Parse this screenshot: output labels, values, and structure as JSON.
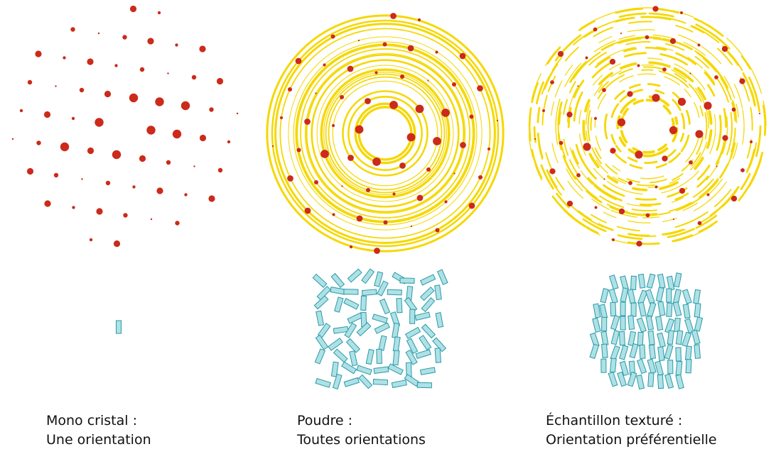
{
  "panels": [
    {
      "id": "mono",
      "title": "Mono cristal :",
      "subtitle": "Une orientation"
    },
    {
      "id": "poudre",
      "title": "Poudre :",
      "subtitle": "Toutes orientations"
    },
    {
      "id": "texture",
      "title": "Échantillon texturé :",
      "subtitle": "Orientation préférentielle"
    }
  ],
  "colors": {
    "spot": "#cc2a1a",
    "ring": "#f5d800",
    "crystal_fill": "#aee1e6",
    "crystal_stroke": "#2a9aa6",
    "text": "#111111"
  }
}
